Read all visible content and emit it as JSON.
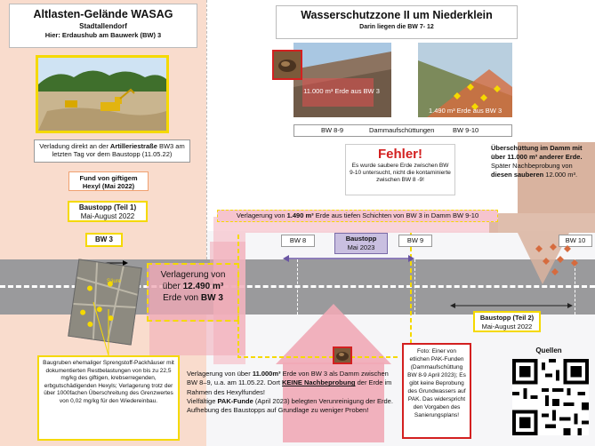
{
  "left_header": {
    "title": "Altlasten-Gelände  WASAG",
    "subtitle": "Stadtallendorf",
    "subline": "Hier: Erdaushub am Bauwerk (BW) 3"
  },
  "left_photo_caption": {
    "pre": "Verladung direkt an der ",
    "strong": "Artilleriestraße",
    "post": " BW3 am letzten Tag vor dem Baustopp (11.05.22)"
  },
  "fund_box": {
    "line1": "Fund von  giftigem",
    "line2": "Hexyl (Mai 2022)"
  },
  "baustopp1": {
    "title": "Baustopp (Teil 1)",
    "date": "Mai-August  2022"
  },
  "bw3_tag": "BW 3",
  "map_label": "Säure",
  "verlagerung_big": {
    "line1": "Verlagerung von",
    "line2_pre": "über ",
    "line2_strong": "12.490 m³",
    "line3_pre": "Erde von ",
    "line3_strong": "BW 3"
  },
  "yellow_left_note": "Baugruben ehemaliger Sprengstoff-Packhäuser mit dokumentierten Restbelastungen von bis zu 22,5 mg/kg des giftigen, krebserregenden, erbgutschädigenden Hexyls; Verlagerung trotz der über 1000fachen Überschreitung des Grenzwertes von 0,02 mg/kg für den Wiedereinbau.",
  "right_header": {
    "title": "Wasserschutzzone II um Niederklein",
    "subtitle": "Darin liegen die BW  7- 12"
  },
  "photo_labels": {
    "left": "11.000 m³ Erde aus BW 3",
    "right": "1.490 m³ Erde aus BW 3"
  },
  "photo_caption_row": {
    "a": "BW 8-9",
    "b": "Dammaufschüttungen",
    "c": "BW 9-10"
  },
  "fehler": {
    "title": "Fehler!",
    "text": "Es wurde saubere Erde zwischen BW 9-10 untersucht, nicht die kontaminierte zwischen BW 8 -9!"
  },
  "ueberschuettung": {
    "line1": "Überschüttung im Damm mit",
    "line2": "über 11.000 m³ anderer Erde.",
    "line3": "Später Nachbeprobung von",
    "line4_strong": "diesen sauberen",
    "line4_post": " 12.000 m³."
  },
  "top_banner": {
    "pre": "Verlagerung von ",
    "strong": "1.490 m³",
    "post": " Erde aus tiefen Schichten von BW 3 in Damm BW 9-10"
  },
  "bw_labels": {
    "bw8": "BW 8",
    "bw9": "BW 9",
    "bw10": "BW 10"
  },
  "baustopp_mai": {
    "title": "Baustopp",
    "date": "Mai 2023"
  },
  "baustopp2": {
    "title": "Baustopp (Teil 2)",
    "date": "Mai-August  2022"
  },
  "bottom_text": {
    "p1_pre": "Verlagerung von über ",
    "p1_strong": "11.000m³",
    "p1_mid": " Erde von BW 3 als Damm zwischen BW 8–9, u.a. am 11.05.22. Dort ",
    "p1_strong2": "KEINE Nachbeprobung",
    "p1_post": " der Erde im Rahmen des Hexylfundes!",
    "p2_pre": "Vielfältige ",
    "p2_strong": "PAK-Funde",
    "p2_post": "        (April 2023) belegten Verunreinigung der Erde. Aufhebung des Baustopps auf Grundlage zu weniger Proben!"
  },
  "foto_note": "Foto: Einer von etlichen PAK-Funden (Dammaufschüttung BW 8-9 April 2023); Es gibt keine Beprobung des Grundwassers auf PAK. Das widerspricht den Vorgaben des Sanierungsplans!",
  "quellen": "Quellen",
  "colors": {
    "left_bg": "#f9dccd",
    "road": "#9a9a9c",
    "pink_arrow": "#f1aab6",
    "tan_arrow": "#d9b39f",
    "yellow": "#f5d900",
    "red": "#d32020"
  }
}
